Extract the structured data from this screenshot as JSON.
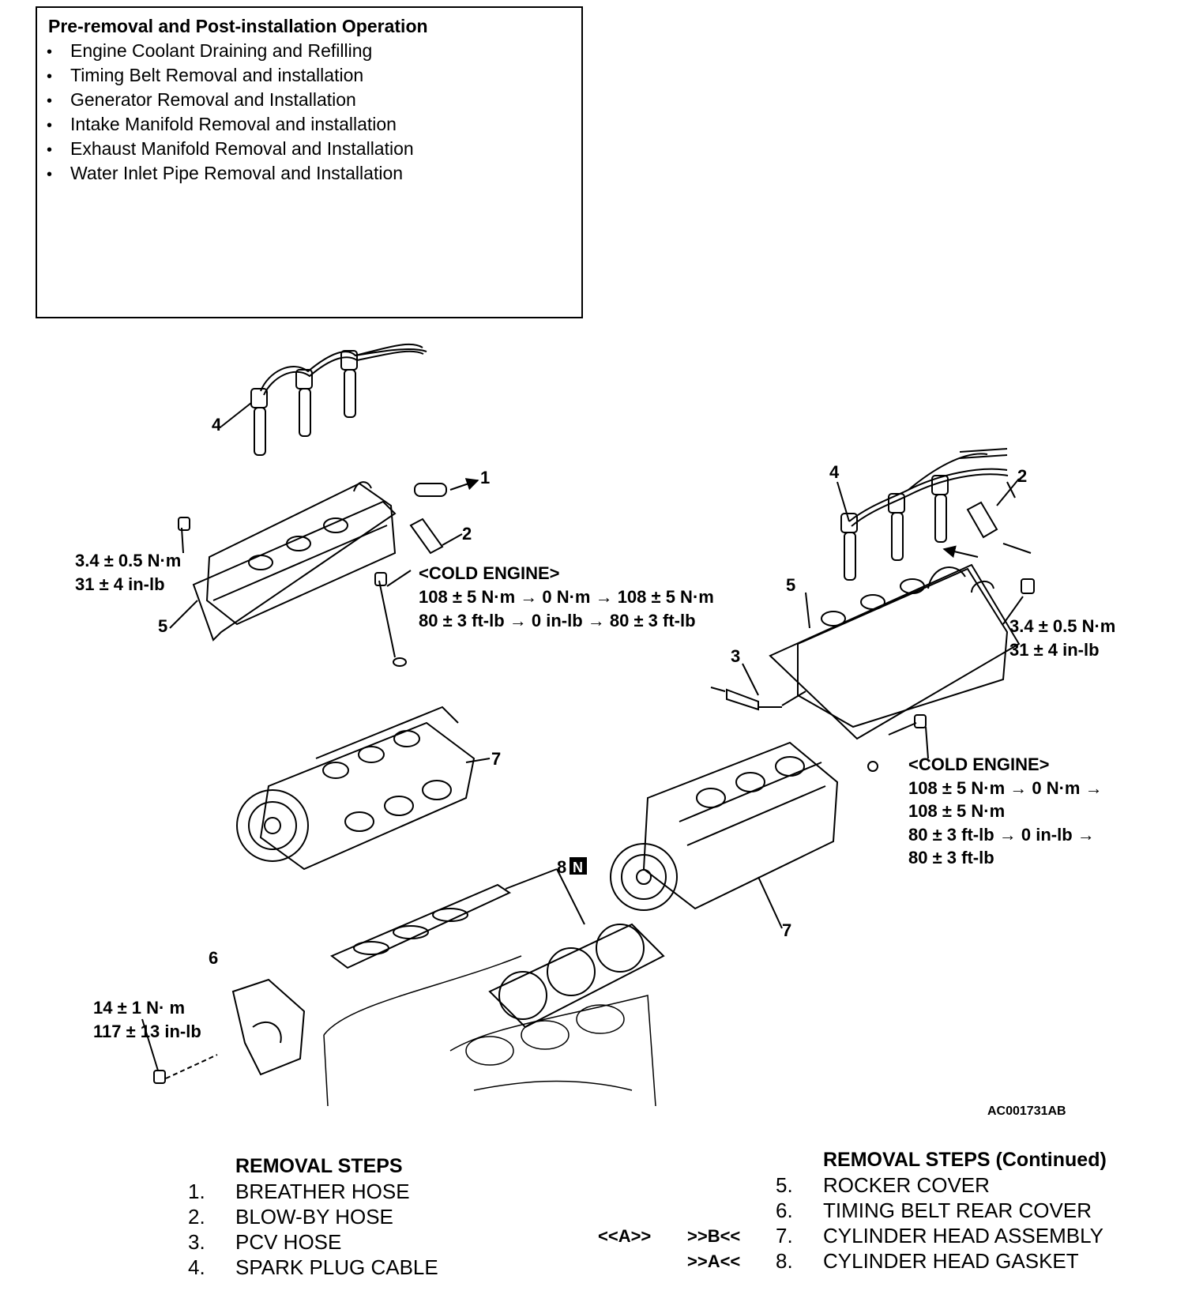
{
  "pre_box": {
    "title": "Pre-removal and Post-installation Operation",
    "items": [
      "Engine Coolant Draining and Refilling",
      "Timing Belt Removal and installation",
      "Generator Removal and Installation",
      "Intake Manifold Removal and installation",
      "Exhaust Manifold Removal and Installation",
      "Water Inlet Pipe Removal and Installation"
    ]
  },
  "callouts": {
    "n1": "1",
    "n2": "2",
    "n3": "3",
    "n4": "4",
    "n5": "5",
    "n6": "6",
    "n7": "7",
    "n8": "8",
    "n_badge": "N"
  },
  "torques": {
    "left_cover_nm": "3.4 ± 0.5 N·m",
    "left_cover_inlb": "31 ± 4 in-lb",
    "right_cover_nm": "3.4 ± 0.5 N·m",
    "right_cover_inlb": "31 ± 4 in-lb",
    "left_cold_title": "<COLD ENGINE>",
    "left_cold_l1": "108 ± 5 N·m → 0 N·m → 108 ± 5 N·m",
    "left_cold_l2": "80 ± 3 ft-lb → 0 in-lb → 80 ± 3 ft-lb",
    "right_cold_title": "<COLD ENGINE>",
    "right_cold_l1": "108 ± 5 N·m → 0 N·m →",
    "right_cold_l2": "108 ± 5 N·m",
    "right_cold_l3": "80 ± 3 ft-lb → 0 in-lb →",
    "right_cold_l4": "80 ± 3 ft-lb",
    "rear_cover_nm": "14 ± 1 N· m",
    "rear_cover_inlb": "117 ± 13 in-lb"
  },
  "figure_code": "AC001731AB",
  "removal_steps": {
    "title": "REMOVAL STEPS",
    "items": [
      {
        "num": "1.",
        "text": "BREATHER HOSE"
      },
      {
        "num": "2.",
        "text": "BLOW-BY HOSE"
      },
      {
        "num": "3.",
        "text": "PCV HOSE"
      },
      {
        "num": "4.",
        "text": "SPARK PLUG CABLE"
      }
    ]
  },
  "removal_steps_cont": {
    "title": "REMOVAL STEPS (Continued)",
    "items": [
      {
        "num": "5.",
        "text": "ROCKER COVER",
        "m1": "",
        "m2": ""
      },
      {
        "num": "6.",
        "text": "TIMING BELT REAR COVER",
        "m1": "",
        "m2": ""
      },
      {
        "num": "7.",
        "text": "CYLINDER HEAD ASSEMBLY",
        "m1": "<<A>>",
        "m2": ">>B<<"
      },
      {
        "num": "8.",
        "text": "CYLINDER HEAD GASKET",
        "m1": "",
        "m2": ">>A<<"
      }
    ]
  }
}
